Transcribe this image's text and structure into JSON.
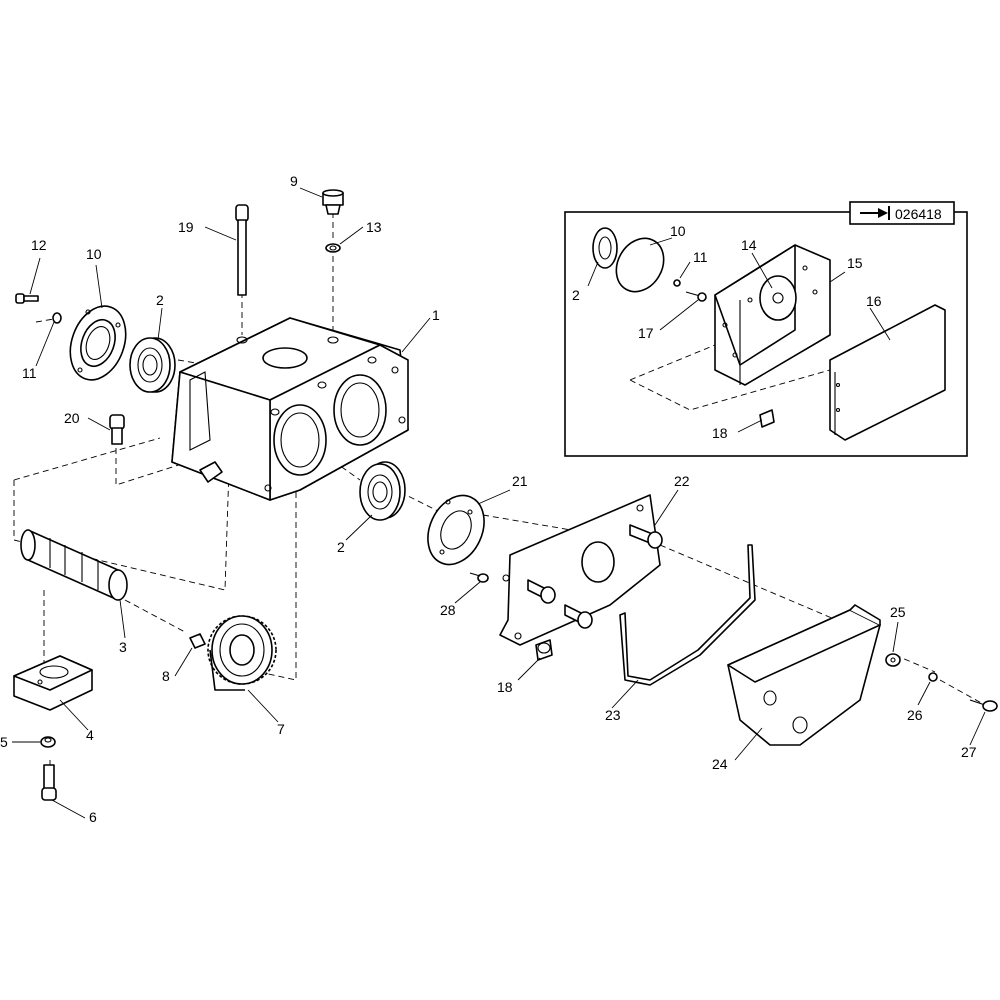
{
  "diagram": {
    "inset_reference": "026418",
    "callouts": {
      "c1": "1",
      "c2a": "2",
      "c2b": "2",
      "c3": "3",
      "c4": "4",
      "c5": "5",
      "c6": "6",
      "c7": "7",
      "c8": "8",
      "c9": "9",
      "c10": "10",
      "c11": "11",
      "c12": "12",
      "c13": "13",
      "c18": "18",
      "c19": "19",
      "c20": "20",
      "c21": "21",
      "c22": "22",
      "c23": "23",
      "c24": "24",
      "c25": "25",
      "c26": "26",
      "c27": "27",
      "c28": "28",
      "i2": "2",
      "i10": "10",
      "i11": "11",
      "i14": "14",
      "i15": "15",
      "i16": "16",
      "i17": "17",
      "i18": "18"
    }
  }
}
